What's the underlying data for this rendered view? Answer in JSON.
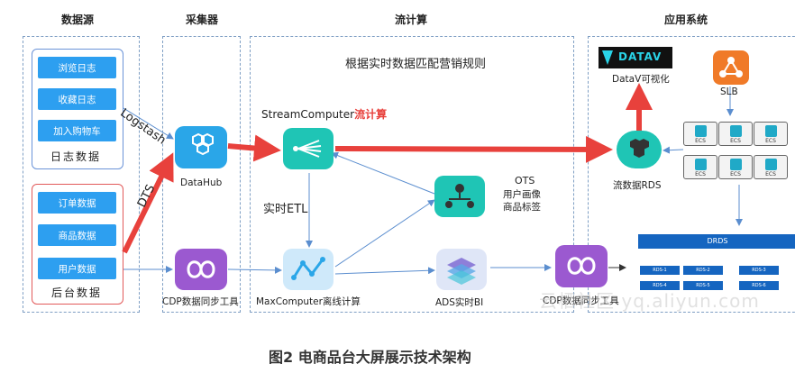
{
  "columns": {
    "datasource": "数据源",
    "collector": "采集器",
    "stream": "流计算",
    "apps": "应用系统"
  },
  "log_group": {
    "items": [
      "浏览日志",
      "收藏日志",
      "加入购物车"
    ],
    "label": "日志数据"
  },
  "backend_group": {
    "items": [
      "订单数据",
      "商品数据",
      "用户数据"
    ],
    "label": "后台数据"
  },
  "arrows": {
    "logstash": "Logstash",
    "dts": "DTS",
    "etl": "实时ETL"
  },
  "nodes": {
    "datahub": "DataHub",
    "cdp_left": "CDP数据同步工具",
    "stream_computer": "StreamComputer",
    "stream_computer_highlight": "流计算",
    "max_computer": "MaxComputer离线计算",
    "ots_title": "OTS",
    "ots_line1": "用户画像",
    "ots_line2": "商品标签",
    "ads": "ADS实时BI",
    "cdp_right": "CDP数据同步工具",
    "datav_logo": "DATAV",
    "datav": "DataV可视化",
    "slb": "SLB",
    "rds_stream": "流数据RDS",
    "drds": "DRDS"
  },
  "rule_text": "根据实时数据匹配营销规则",
  "ecs_label": "ECS",
  "rds_cells": [
    "RDS-1",
    "RDS-2",
    "RDS-3",
    "RDS-4",
    "RDS-5",
    "RDS-6"
  ],
  "watermark": "云栖社区 yq.aliyun.com",
  "caption": "图2 电商品台大屏展示技术架构",
  "colors": {
    "red": "#e8413c",
    "blue_button": "#2d9ff0",
    "teal": "#1fc5b5",
    "purple": "#9b59d0",
    "orange": "#f07a28",
    "arrow_blue": "#5b8ecf"
  }
}
